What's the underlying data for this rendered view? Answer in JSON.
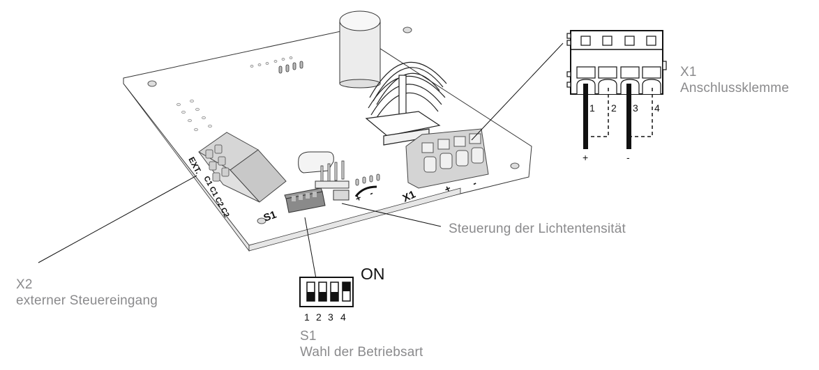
{
  "callouts": {
    "x1": {
      "id": "X1",
      "description": "Anschlussklemme"
    },
    "x2": {
      "id": "X2",
      "description": "externer Steuereingang"
    },
    "s1": {
      "id": "S1",
      "description": "Wahl der Betriebsart"
    },
    "light": {
      "description": "Steuerung der Lichtentensität"
    }
  },
  "pcb_labels": {
    "ext": "EXT.",
    "ext_pins": "C1 C1 C2 C2",
    "s1": "S1",
    "x1": "X1",
    "x1_plus": "+",
    "x1_minus": "-",
    "pot_plus": "+",
    "pot_minus": "-"
  },
  "terminal_x1": {
    "pins": [
      "1",
      "2",
      "3",
      "4"
    ],
    "polarity": {
      "plus": "+",
      "minus": "-"
    },
    "wiring": "Pins 1+2 bridged (+), pins 3+4 bridged (-)"
  },
  "dip_switch": {
    "on_label": "ON",
    "positions": [
      "1",
      "2",
      "3",
      "4"
    ],
    "states": [
      "off",
      "off",
      "off",
      "on"
    ]
  }
}
